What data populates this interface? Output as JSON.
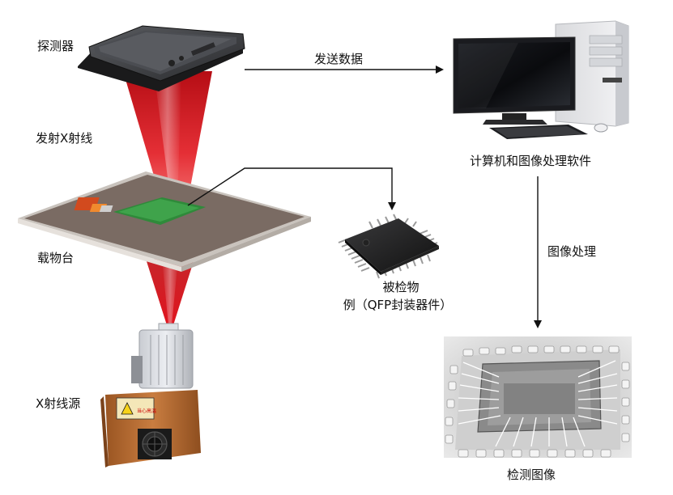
{
  "labels": {
    "detector": "探测器",
    "xray_beam": "发射X射线",
    "stage": "载物台",
    "xray_source": "X射线源",
    "send_data": "发送数据",
    "computer": "计算机和图像处理软件",
    "image_processing": "图像处理",
    "sample_line1": "被检物",
    "sample_line2": "例（QFP封装器件）",
    "inspection_image": "检测图像",
    "warning_sticker": "当心高温"
  },
  "colors": {
    "beam": "#e0141e",
    "arrow": "#111111",
    "stage_top": "#7a6b63",
    "source_body": "#c0733a"
  },
  "icons": [
    "detector-icon",
    "computer-icon",
    "chip-icon",
    "xray-source-icon",
    "xray-image-icon"
  ]
}
